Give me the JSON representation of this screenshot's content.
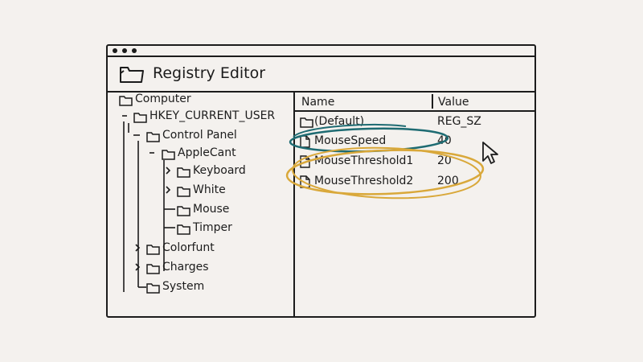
{
  "window": {
    "title": "Registry Editor"
  },
  "tree": {
    "root": "Computer",
    "hive": "HKEY_CURRENT_USER",
    "control_panel": "Control Panel",
    "applecant": "AppleCant",
    "keyboard": "Keyboard",
    "white": "White",
    "mouse": "Mouse",
    "timper": "Timper",
    "colorfunt": "Colorfunt",
    "charges": "Charges",
    "system": "System"
  },
  "values_pane": {
    "columns": {
      "name": "Name",
      "value": "Value"
    },
    "rows": [
      {
        "name": "(Default)",
        "value": "REG_SZ",
        "icon": "folder-icon"
      },
      {
        "name": "MouseSpeed",
        "value": "40",
        "icon": "file-icon"
      },
      {
        "name": "MouseThreshold1",
        "value": "20",
        "icon": "file-icon"
      },
      {
        "name": "MouseThreshold2",
        "value": "200",
        "icon": "file-icon"
      }
    ]
  },
  "annotations": {
    "highlight_teal": "#1e6b72",
    "highlight_gold": "#d9a83a"
  }
}
